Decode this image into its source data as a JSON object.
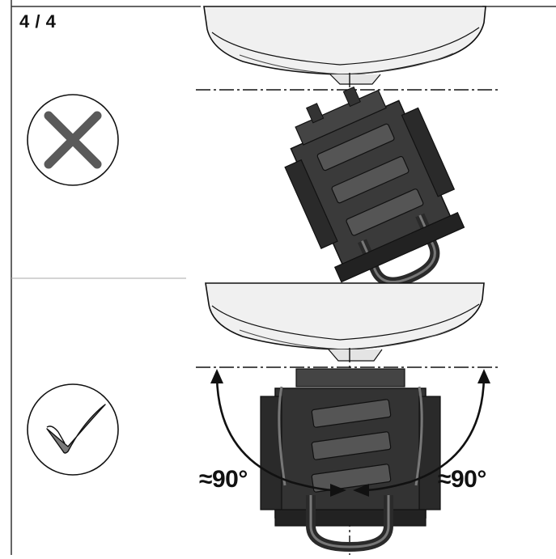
{
  "page_indicator": "4 / 4",
  "angle_left": "≈90°",
  "angle_right": "≈90°",
  "icons": {
    "wrong": "x-mark-icon",
    "right": "check-mark-icon"
  },
  "colors": {
    "line": "#111111",
    "rack": "#3a3a3a",
    "rack_dark": "#222222",
    "bumper": "#f0f0f0",
    "x_mark": "#5a5a5a",
    "check_mark": "#777777"
  }
}
